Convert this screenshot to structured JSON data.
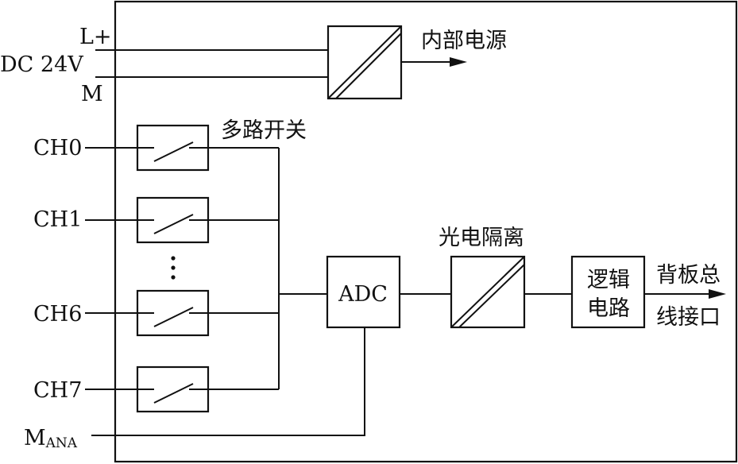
{
  "inputs": {
    "l_plus": "L+",
    "dc24v": "DC 24V",
    "m": "M",
    "ch0": "CH0",
    "ch1": "CH1",
    "ch6": "CH6",
    "ch7": "CH7",
    "m_ana_main": "M",
    "m_ana_sub": "ANA"
  },
  "labels": {
    "internal_power": "内部电源",
    "multiplexer": "多路开关",
    "adc": "ADC",
    "opto_isolation": "光电隔离",
    "logic_line1": "逻辑",
    "logic_line2": "电路",
    "backplane_line1": "背板总",
    "backplane_line2": "线接口"
  }
}
